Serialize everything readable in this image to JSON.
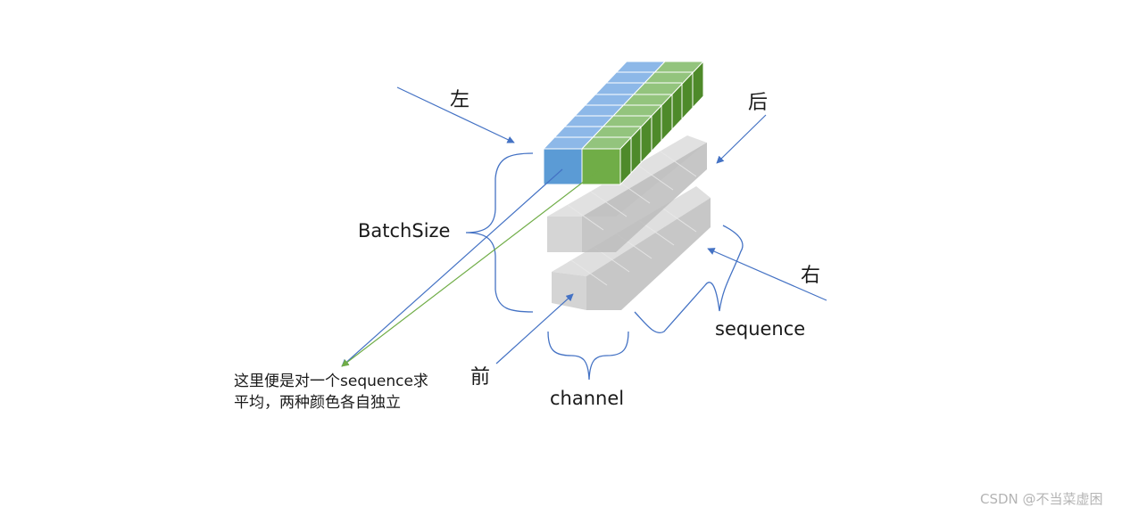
{
  "labels": {
    "left": "左",
    "back": "后",
    "right": "右",
    "front": "前",
    "batch_size": "BatchSize",
    "sequence": "sequence",
    "channel": "channel"
  },
  "note": {
    "line1": "这里便是对一个sequence求",
    "line2": "平均，两种颜色各自独立"
  },
  "watermark": "CSDN @不当菜虚困",
  "colors": {
    "blue_front": "#5b9bd5",
    "blue_top": "#8db8e8",
    "green_front": "#70ad47",
    "green_top": "#93c47d",
    "green_side": "#4e8a2a",
    "gray_block": "#c8c8c8",
    "arrow_blue": "#4472c4",
    "arrow_green": "#70ad47",
    "brace": "#4472c4"
  }
}
